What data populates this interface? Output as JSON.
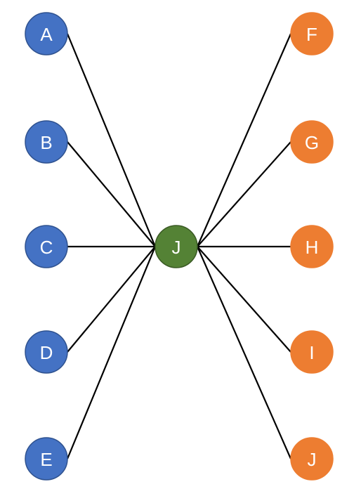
{
  "diagram": {
    "colors": {
      "left_group": "#4472c4",
      "left_group_stroke": "#2f528f",
      "right_group": "#ed7d31",
      "right_group_stroke": "#ed7d31",
      "hub": "#548235",
      "hub_stroke": "#3a5a24",
      "edge": "#000000",
      "label": "#ffffff"
    },
    "left_nodes": [
      {
        "id": "A",
        "label": "A"
      },
      {
        "id": "B",
        "label": "B"
      },
      {
        "id": "C",
        "label": "C"
      },
      {
        "id": "D",
        "label": "D"
      },
      {
        "id": "E",
        "label": "E"
      }
    ],
    "right_nodes": [
      {
        "id": "F",
        "label": "F"
      },
      {
        "id": "G",
        "label": "G"
      },
      {
        "id": "H",
        "label": "H"
      },
      {
        "id": "I",
        "label": "I"
      },
      {
        "id": "J2",
        "label": "J"
      }
    ],
    "hub": {
      "id": "J",
      "label": "J"
    },
    "edges": [
      [
        "A",
        "J"
      ],
      [
        "B",
        "J"
      ],
      [
        "C",
        "J"
      ],
      [
        "D",
        "J"
      ],
      [
        "E",
        "J"
      ],
      [
        "J",
        "F"
      ],
      [
        "J",
        "G"
      ],
      [
        "J",
        "H"
      ],
      [
        "J",
        "I"
      ],
      [
        "J",
        "J2"
      ]
    ]
  }
}
